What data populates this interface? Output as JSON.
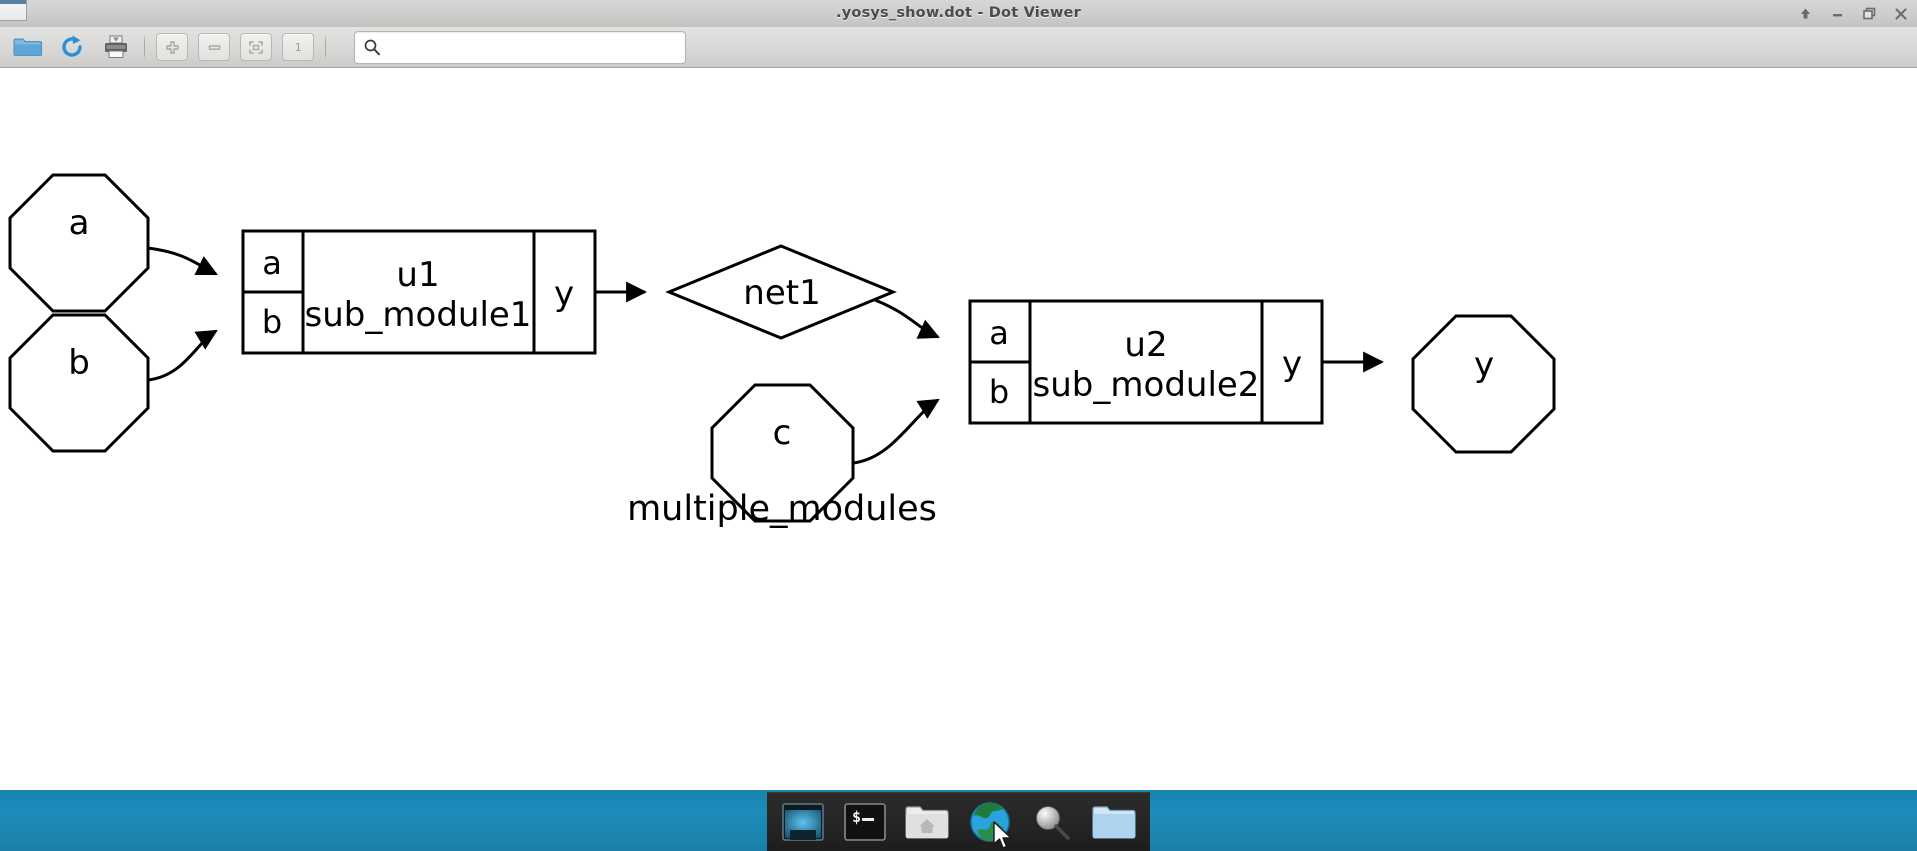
{
  "window": {
    "title": ".yosys_show.dot - Dot Viewer",
    "controls": [
      {
        "name": "shade-button",
        "icon": "up-arrow-icon",
        "label": "Shade"
      },
      {
        "name": "minimize-button",
        "icon": "minimize-icon",
        "label": "Minimize"
      },
      {
        "name": "restore-button",
        "icon": "restore-icon",
        "label": "Restore"
      },
      {
        "name": "close-button",
        "icon": "close-icon",
        "label": "Close"
      }
    ]
  },
  "toolbar": {
    "open_label": "Open",
    "reload_label": "Reload",
    "print_label": "Print",
    "zoom_in_label": "Zoom In",
    "zoom_out_label": "Zoom Out",
    "zoom_fit_label": "Zoom Fit",
    "zoom_100_label": "1",
    "search": {
      "value": "",
      "placeholder": ""
    }
  },
  "graph": {
    "caption": "multiple_modules",
    "nodes": {
      "in_a": {
        "label": "a",
        "shape": "octagon"
      },
      "in_b": {
        "label": "b",
        "shape": "octagon"
      },
      "in_c": {
        "label": "c",
        "shape": "octagon"
      },
      "net1": {
        "label": "net1",
        "shape": "diamond"
      },
      "out_y": {
        "label": "y",
        "shape": "octagon"
      },
      "u1": {
        "shape": "record",
        "in_ports": [
          "a",
          "b"
        ],
        "title": "u1",
        "subtitle": "sub_module1",
        "out_ports": [
          "y"
        ]
      },
      "u2": {
        "shape": "record",
        "in_ports": [
          "a",
          "b"
        ],
        "title": "u2",
        "subtitle": "sub_module2",
        "out_ports": [
          "y"
        ]
      }
    },
    "edges": [
      {
        "from": "in_a",
        "to": "u1:a"
      },
      {
        "from": "in_b",
        "to": "u1:b"
      },
      {
        "from": "u1:y",
        "to": "net1"
      },
      {
        "from": "net1",
        "to": "u2:a"
      },
      {
        "from": "in_c",
        "to": "u2:b"
      },
      {
        "from": "u2:y",
        "to": "out_y"
      }
    ]
  },
  "dock": {
    "items": [
      {
        "name": "show-desktop-icon",
        "label": "Show Desktop"
      },
      {
        "name": "terminal-icon",
        "label": "Terminal",
        "glyph": "$_"
      },
      {
        "name": "home-folder-icon",
        "label": "Home Folder"
      },
      {
        "name": "web-browser-icon",
        "label": "Web Browser"
      },
      {
        "name": "search-tool-icon",
        "label": "Search"
      },
      {
        "name": "file-manager-icon",
        "label": "Files"
      }
    ]
  },
  "colors": {
    "desktop": "#1b8cbb",
    "dock": "#242424",
    "titlebar": "#cfcfcd",
    "graph_stroke": "#000000"
  }
}
